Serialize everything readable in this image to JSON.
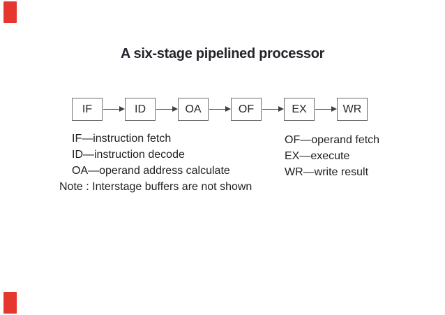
{
  "slide": {
    "title": "A six-stage pipelined processor",
    "note": "Note : Interstage buffers are not shown"
  },
  "pipeline": {
    "stages": [
      "IF",
      "ID",
      "OA",
      "OF",
      "EX",
      "WR"
    ]
  },
  "legend": {
    "left": [
      "IF—instruction fetch",
      "ID—instruction decode",
      "OA—operand address calculate"
    ],
    "right": [
      "OF—operand fetch",
      "EX—execute",
      "WR—write result"
    ]
  },
  "colors": {
    "marker_red": "#e5372e",
    "text": "#22222a",
    "box_border": "#6e6e6e",
    "arrow": "#3f3f3f",
    "background": "#ffffff"
  }
}
